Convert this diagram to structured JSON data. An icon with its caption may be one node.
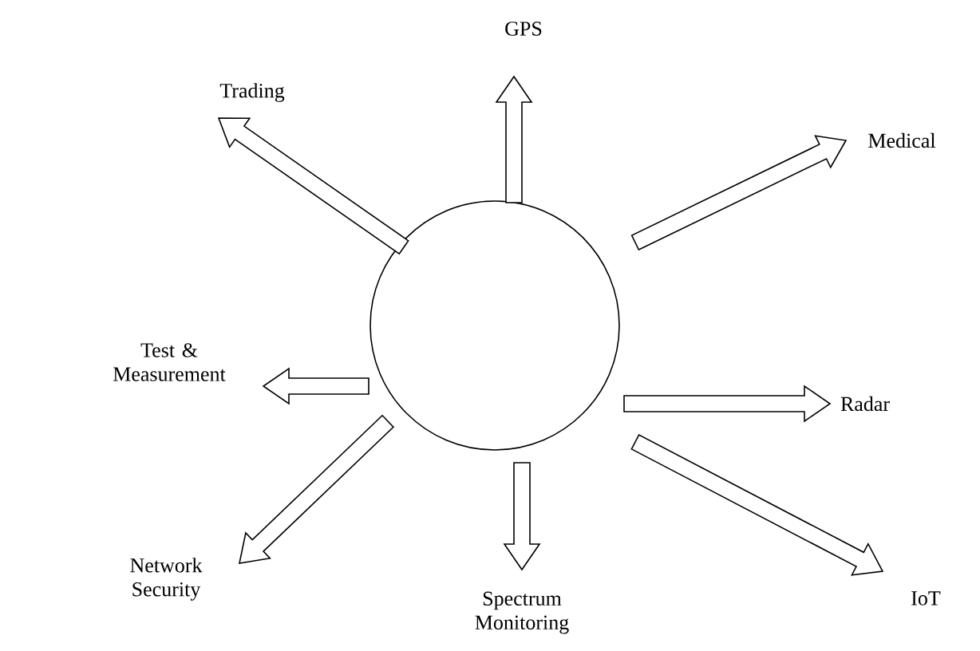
{
  "diagram": {
    "nodes": [
      {
        "text": [],
        "shape": "circle"
      },
      {
        "text": [
          "GPS"
        ]
      },
      {
        "text": [
          "Trading"
        ]
      },
      {
        "text": [
          "Medical"
        ]
      },
      {
        "text": [
          "Test & Measurement"
        ]
      },
      {
        "text": [
          "Radar"
        ]
      },
      {
        "text": [
          "Network Security"
        ]
      },
      {
        "text": [
          "Spectrum Monitoring"
        ]
      },
      {
        "text": [
          "IoT"
        ]
      }
    ],
    "edges": [
      {
        "from": 0,
        "to": 1,
        "arrow": "to"
      },
      {
        "from": 0,
        "to": 2,
        "arrow": "to"
      },
      {
        "from": 0,
        "to": 3,
        "arrow": "to"
      },
      {
        "from": 0,
        "to": 4,
        "arrow": "to"
      },
      {
        "from": 0,
        "to": 5,
        "arrow": "to"
      },
      {
        "from": 0,
        "to": 6,
        "arrow": "to"
      },
      {
        "from": 0,
        "to": 7,
        "arrow": "to"
      },
      {
        "from": 0,
        "to": 8,
        "arrow": "to"
      }
    ]
  }
}
